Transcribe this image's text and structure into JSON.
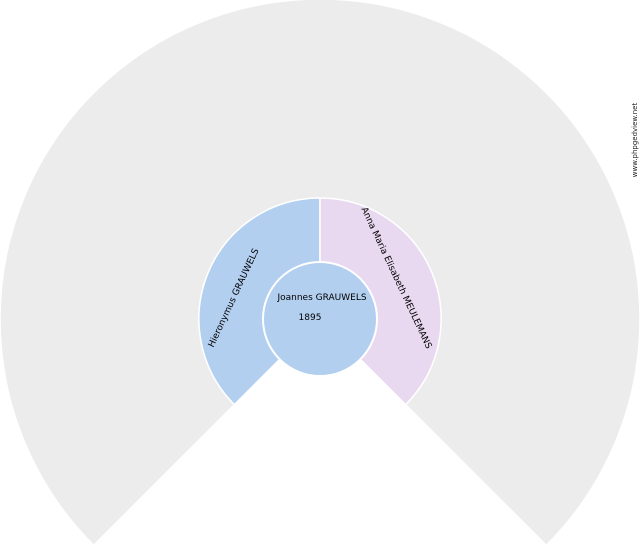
{
  "watermark": "www.phpgedview.net",
  "root": {
    "name": "Joannes GRAUWELS",
    "year": "1895",
    "color": "#b3cff0"
  },
  "parents": [
    {
      "name": "Hieronymus GRAUWELS",
      "color": "#b3cff0"
    },
    {
      "name": "Anna Maria Elisabeth MEULEMANS",
      "color": "#e8d9f0"
    }
  ],
  "outer_ring_color": "#ececec",
  "border_color": "#ffffff"
}
